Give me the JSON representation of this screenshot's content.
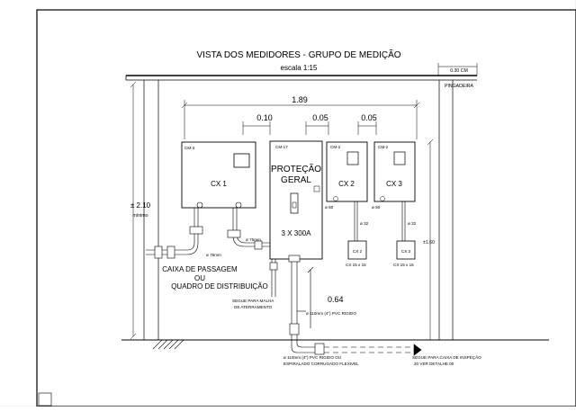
{
  "drawing": {
    "title": "VISTA DOS MEDIDORES - GRUPO DE MEDIÇÃO",
    "scale": "escala 1:15",
    "top_dims": {
      "overall": "1.89",
      "gap1": "0.10",
      "gap2": "0.05",
      "gap3": "0.05",
      "eave": "0.30 CM",
      "eave_label": "PINGADEIRA"
    },
    "height_label": {
      "value": "± 2.10",
      "unit": "mínimo"
    },
    "right_height": "±1.60",
    "boxes": {
      "cx1": {
        "tag": "CM-3",
        "label": "CX 1"
      },
      "protecao": {
        "tag": "CM-17",
        "line1": "PROTEÇÃO",
        "line2": "GERAL",
        "rating": "3 X 300A"
      },
      "cx2": {
        "tag": "CM-2",
        "label": "CX 2",
        "conduit": "ø 50"
      },
      "cx3": {
        "tag": "CM-2",
        "label": "CX 3",
        "conduit": "ø 50"
      }
    },
    "lower_boxes": {
      "b2": {
        "label": "CX 2",
        "size": "CX 15 x 15",
        "conduit": "ø 32"
      },
      "b3": {
        "label": "CX 3",
        "size": "CX 15 x 15",
        "conduit": "ø 32"
      }
    },
    "conduit_75a": "ø 75mm",
    "conduit_75b": "ø 75mm",
    "caixa_label": {
      "l1": "CAIXA DE PASSAGEM",
      "l2": "OU",
      "l3": "QUADRO DE DISTRIBUIÇÃO"
    },
    "aterramento": {
      "l1": "SEGUE PARA MALHA",
      "l2": "DE ATERRAMENTO"
    },
    "dim_064": "0.64",
    "pvc_110": "ø 110mm (4\") PVC RIGIDO",
    "bottom_note1": {
      "l1": "ø 110mm  (4\")  PVC RIGIDO OU",
      "l2": "ESPIRALADO CORRUGADO FLEXIVEL"
    },
    "bottom_note2": {
      "l1": "SEGUE PARA CAIXA DE INSPEÇÃO",
      "l2": "20      VER DETALHE 00"
    }
  },
  "colors": {
    "line": "#000000",
    "paper": "#ffffff",
    "background": "#f2f2f2"
  }
}
